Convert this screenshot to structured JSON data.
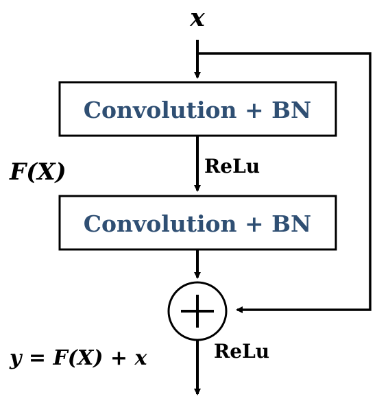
{
  "input_label": "x",
  "function_label": "F(X)",
  "output_equation": "y = F(X) + x",
  "blocks": [
    {
      "label": "Convolution + BN"
    },
    {
      "label": "Convolution + BN"
    }
  ],
  "activations": {
    "between_blocks": "ReLu",
    "after_sum": "ReLu"
  },
  "sum_symbol": "+",
  "colors": {
    "block_text": "#2f4f73",
    "lines": "#000000",
    "background": "#ffffff"
  }
}
